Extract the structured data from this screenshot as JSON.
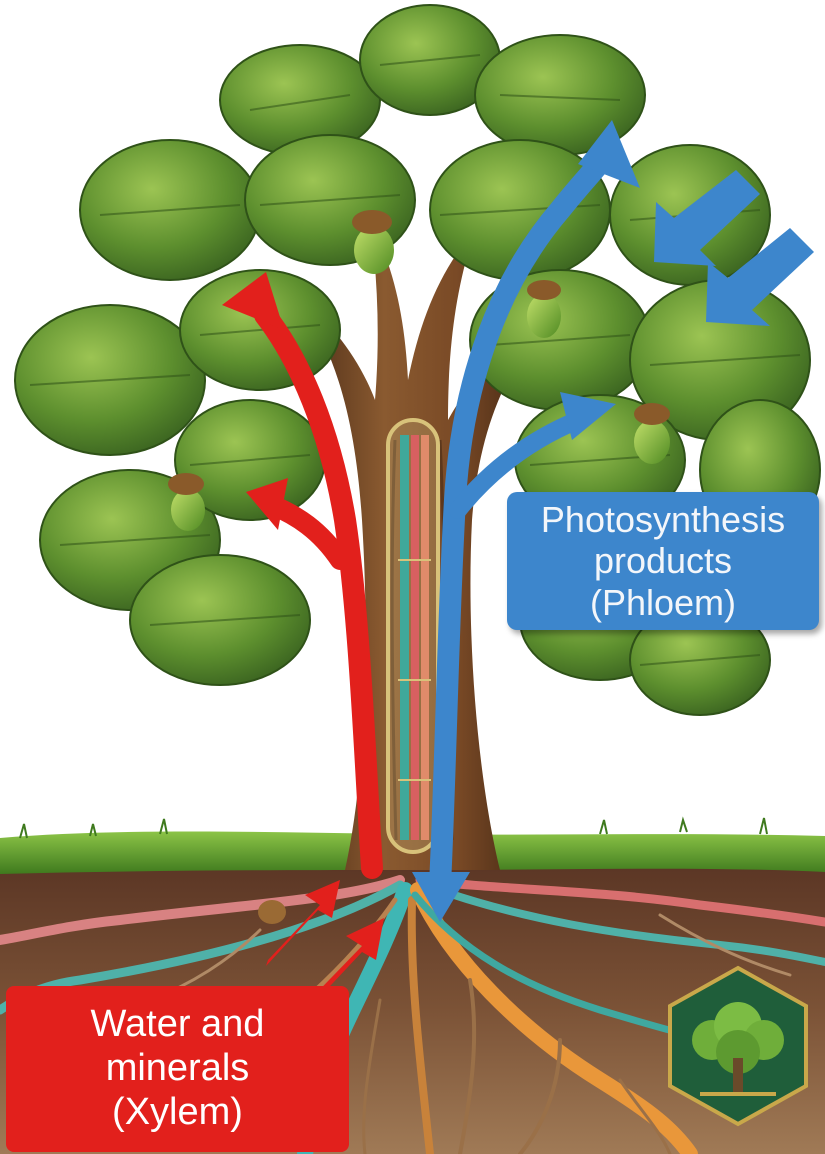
{
  "labels": {
    "phloem": [
      "Photosynthesis",
      "products",
      "(Phloem)"
    ],
    "xylem": [
      "Water and",
      "minerals",
      "(Xylem)"
    ]
  },
  "colors": {
    "xylem": "#e2201c",
    "phloem": "#3d86cc",
    "leaf": "#5d8f2e",
    "leaf_dark": "#3f6b22",
    "trunk": "#7a4a26",
    "soil": "#6e4630",
    "grass": "#5c9a2c",
    "badge": "#1f5e3a"
  },
  "icons": {
    "badge": "tree-badge-icon"
  }
}
